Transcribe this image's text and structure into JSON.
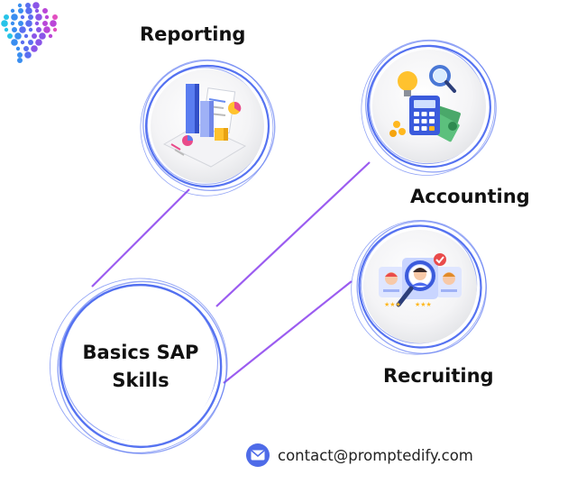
{
  "hub": {
    "line1": "Basics SAP",
    "line2": "Skills"
  },
  "nodes": [
    {
      "label": "Reporting",
      "icon": "report-chart-icon"
    },
    {
      "label": "Accounting",
      "icon": "calculator-money-icon"
    },
    {
      "label": "Recruiting",
      "icon": "candidate-search-icon"
    }
  ],
  "footer": {
    "email": "contact@promptedify.com",
    "icon": "mail-icon"
  },
  "colors": {
    "connector": "#9b5cf0",
    "ring": "#4d6bf0",
    "accent": "#4e6be8"
  }
}
